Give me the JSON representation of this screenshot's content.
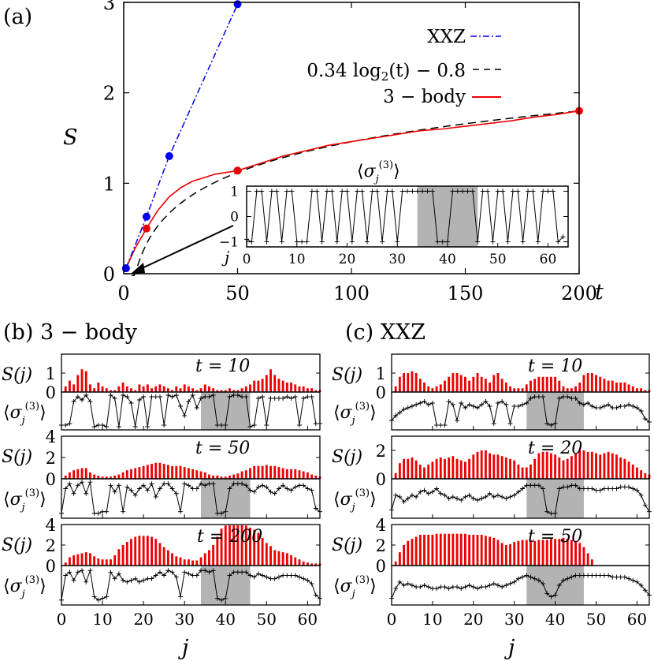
{
  "panels": {
    "a": {
      "label": "(a)",
      "ylabel": "S",
      "xlabel": "t"
    },
    "b": {
      "label": "(b)",
      "title": "3 − body"
    },
    "c": {
      "label": "(c)",
      "title": "XXZ"
    },
    "row_ylabel_s": "S(j)",
    "row_ylabel_sigma": "⟨σj(3)⟩",
    "bottom_xlabel": "j"
  },
  "colors": {
    "xxz": "#0000ee",
    "body3": "#ee0000",
    "fit": "#000000",
    "shade": "#b3b3b3",
    "bar": "#ee0000"
  },
  "chart_data": [
    {
      "id": "main",
      "type": "line",
      "title": "",
      "xlabel": "t",
      "ylabel": "S",
      "xlim": [
        0,
        200
      ],
      "ylim": [
        0,
        3
      ],
      "xticks": [
        0,
        50,
        100,
        150,
        200
      ],
      "yticks": [
        0,
        1,
        2,
        3
      ],
      "legend_placement": "top-right",
      "series": [
        {
          "name": "XXZ",
          "style": "dash-dot",
          "x": [
            1,
            10,
            20,
            50
          ],
          "y": [
            0.06,
            0.63,
            1.3,
            2.98
          ]
        },
        {
          "name": "0.34 log2(t) − 0.8",
          "style": "dashed",
          "formula": "0.34*log2(t)-0.8"
        },
        {
          "name": "3 − body",
          "style": "solid",
          "x": [
            1,
            5,
            10,
            15,
            20,
            25,
            30,
            40,
            50,
            60,
            70,
            80,
            90,
            100,
            110,
            120,
            130,
            140,
            150,
            160,
            170,
            180,
            190,
            200
          ],
          "y": [
            0.06,
            0.28,
            0.5,
            0.7,
            0.85,
            0.95,
            1.02,
            1.1,
            1.14,
            1.22,
            1.3,
            1.36,
            1.42,
            1.46,
            1.5,
            1.54,
            1.58,
            1.6,
            1.63,
            1.66,
            1.69,
            1.73,
            1.76,
            1.8
          ],
          "markers": [
            [
              1,
              0.06
            ],
            [
              10,
              0.5
            ],
            [
              50,
              1.14
            ],
            [
              200,
              1.8
            ]
          ]
        }
      ]
    },
    {
      "id": "inset",
      "type": "line",
      "title": "⟨σj(3)⟩",
      "xlabel": "j",
      "xlim": [
        0,
        64
      ],
      "ylim": [
        -1.2,
        1.2
      ],
      "xticks": [
        0,
        10,
        20,
        30,
        40,
        50,
        60
      ],
      "yticks": [
        -1,
        0,
        1
      ],
      "shaded": [
        34,
        46
      ],
      "values": [
        -0.9,
        -1,
        1,
        1,
        -1,
        1,
        1,
        -1,
        1,
        1,
        -1,
        -1,
        -1,
        1,
        1,
        -1,
        1,
        1,
        -1,
        1,
        1,
        -1,
        1,
        1,
        -1,
        1,
        1,
        -1,
        1,
        1,
        -1,
        1,
        1,
        1,
        1,
        1,
        1,
        1,
        -1,
        -1,
        -1,
        1,
        1,
        1,
        1,
        1,
        -1,
        1,
        1,
        -1,
        1,
        1,
        -1,
        1,
        1,
        -1,
        1,
        1,
        -1,
        1,
        1,
        1,
        -1,
        -0.8
      ]
    },
    {
      "id": "b-t10",
      "type": "bar",
      "panel": "b",
      "annotation": "t = 10",
      "ylim": [
        0,
        2
      ],
      "yticks": [
        0,
        1
      ],
      "values": [
        0.3,
        0.6,
        0.4,
        0.9,
        1.2,
        1.1,
        0.4,
        0.2,
        0.5,
        0.3,
        0.2,
        0.1,
        0.1,
        0.3,
        0.5,
        0.3,
        0.2,
        0.1,
        0.4,
        0.3,
        0.4,
        0.2,
        0.3,
        0.4,
        0.3,
        0.2,
        0.1,
        0.3,
        0.2,
        0.4,
        0.3,
        0.2,
        0.1,
        0.2,
        0.4,
        0.3,
        0.2,
        0.1,
        0.1,
        0.1,
        0.2,
        0.1,
        0.1,
        0.2,
        0.3,
        0.4,
        0.6,
        0.6,
        0.7,
        0.9,
        1.2,
        0.9,
        0.7,
        0.6,
        0.5,
        0.5,
        0.4,
        0.3,
        0.3,
        0.2,
        0.2,
        0.1,
        0.1
      ]
    },
    {
      "id": "b-t10-sigma",
      "type": "line",
      "panel": "b",
      "ylim": [
        -1.2,
        1.2
      ],
      "shaded": [
        34,
        46
      ],
      "values": [
        -0.9,
        -0.9,
        -0.8,
        0.6,
        0.9,
        0.7,
        1,
        0.6,
        -1,
        -0.9,
        -0.9,
        -1,
        1,
        0.8,
        -1,
        1,
        0.9,
        0.5,
        -1,
        0.7,
        0.9,
        -1,
        0.9,
        0.9,
        0.9,
        -0.9,
        1,
        0.9,
        1,
        0.3,
        -0.3,
        0.6,
        1,
        0.2,
        0.8,
        0.9,
        0.9,
        1,
        -0.9,
        -0.9,
        -0.9,
        0.9,
        1,
        1,
        0.9,
        0.9,
        -1,
        -0.9,
        0.8,
        0.9,
        -0.9,
        0.8,
        0.8,
        0.8,
        0.8,
        0.9,
        0.8,
        0.9,
        -0.9,
        0.8,
        0.9,
        0.9,
        -0.8,
        -0.8
      ]
    },
    {
      "id": "b-t50",
      "type": "bar",
      "panel": "b",
      "annotation": "t = 50",
      "ylim": [
        0,
        4
      ],
      "yticks": [
        0,
        2,
        4
      ],
      "values": [
        0.3,
        0.6,
        0.8,
        0.9,
        1.0,
        1.0,
        0.6,
        0.4,
        0.3,
        0.2,
        0.2,
        0.2,
        0.3,
        0.4,
        0.6,
        0.8,
        0.9,
        1.0,
        1.1,
        1.2,
        1.3,
        1.4,
        1.5,
        1.5,
        1.4,
        1.3,
        1.2,
        1.2,
        1.2,
        1.1,
        1.0,
        0.9,
        0.8,
        0.7,
        0.6,
        0.4,
        0.3,
        0.3,
        0.2,
        0.2,
        0.3,
        0.4,
        0.5,
        0.7,
        0.8,
        1.0,
        1.2,
        1.2,
        1.2,
        1.3,
        1.2,
        1.2,
        1.1,
        1.0,
        0.9,
        0.9,
        0.9,
        0.8,
        0.7,
        0.6,
        0.4,
        0.3,
        0.2
      ]
    },
    {
      "id": "b-t50-sigma",
      "type": "line",
      "panel": "b",
      "ylim": [
        -1.2,
        1.2
      ],
      "shaded": [
        34,
        46
      ],
      "values": [
        -0.9,
        0.6,
        0.9,
        0.3,
        0.8,
        1,
        0.3,
        1,
        -0.9,
        -0.9,
        -0.8,
        -0.8,
        0.8,
        0.4,
        0.8,
        -0.8,
        0.7,
        0.5,
        0.2,
        0.6,
        0.8,
        0.5,
        0.9,
        0.1,
        0.6,
        0.9,
        0.9,
        0.6,
        0.3,
        -0.8,
        0.9,
        0.8,
        0.6,
        0.6,
        0.9,
        0.8,
        0.9,
        0.9,
        -0.9,
        -0.9,
        -0.8,
        0.6,
        0.9,
        0.9,
        0.9,
        0.8,
        0.5,
        0.4,
        0.7,
        0.8,
        0.7,
        0.4,
        0.3,
        0.6,
        0.8,
        0.6,
        0.5,
        0.7,
        0.8,
        0.8,
        0.6,
        0.5,
        -0.6,
        -0.8
      ]
    },
    {
      "id": "b-t200",
      "type": "bar",
      "panel": "b",
      "annotation": "t = 200",
      "ylim": [
        0,
        4
      ],
      "yticks": [
        0,
        2,
        4
      ],
      "values": [
        0.3,
        0.8,
        1.0,
        1.1,
        1.2,
        1.3,
        1.2,
        0.9,
        0.7,
        0.6,
        0.6,
        0.6,
        1.0,
        1.6,
        2.0,
        2.3,
        2.6,
        2.8,
        2.9,
        2.9,
        2.9,
        2.8,
        2.6,
        2.2,
        1.8,
        1.5,
        1.2,
        0.9,
        0.8,
        0.6,
        0.6,
        0.5,
        0.5,
        0.8,
        1.2,
        1.5,
        2.0,
        2.8,
        3.6,
        3.9,
        4.0,
        4.0,
        4.0,
        4.0,
        3.9,
        3.7,
        3.5,
        3.2,
        2.7,
        2.2,
        1.9,
        1.5,
        1.4,
        1.3,
        1.2,
        1.0,
        0.8,
        0.6,
        0.4,
        0.3,
        0.2,
        0.2,
        0.2
      ]
    },
    {
      "id": "b-t200-sigma",
      "type": "line",
      "panel": "b",
      "ylim": [
        -1.2,
        1.2
      ],
      "shaded": [
        34,
        46
      ],
      "values": [
        -0.9,
        0.6,
        0.8,
        0.3,
        0.8,
        0.9,
        0.2,
        0.9,
        -0.7,
        -0.9,
        -0.8,
        -0.7,
        0.8,
        0.4,
        0.7,
        0.3,
        0.2,
        0.3,
        0.4,
        0.2,
        0.3,
        0.4,
        0.4,
        0.6,
        0.8,
        0.6,
        0.9,
        0.8,
        0.5,
        -0.7,
        0.8,
        0.7,
        0.6,
        0.6,
        0.9,
        0.9,
        0.8,
        0.9,
        -0.8,
        -0.9,
        -0.8,
        0.6,
        0.8,
        0.8,
        0.8,
        0.8,
        0.6,
        0.5,
        0.7,
        0.6,
        0.5,
        0.4,
        0.4,
        0.5,
        0.6,
        0.6,
        0.6,
        0.6,
        0.5,
        0.4,
        0.3,
        0.1,
        -0.6,
        -0.8
      ]
    },
    {
      "id": "c-t10",
      "type": "bar",
      "panel": "c",
      "annotation": "t = 10",
      "ylim": [
        0,
        2
      ],
      "yticks": [
        0,
        1
      ],
      "values": [
        0.3,
        0.8,
        1.0,
        1.0,
        1.1,
        1.0,
        0.7,
        0.5,
        0.3,
        0.2,
        0.3,
        0.4,
        0.6,
        0.8,
        1.0,
        1.0,
        0.9,
        0.8,
        0.6,
        0.8,
        1.0,
        0.8,
        0.7,
        0.5,
        0.9,
        1.0,
        0.7,
        0.5,
        0.3,
        0.2,
        0.2,
        0.2,
        0.4,
        0.6,
        0.7,
        0.8,
        0.8,
        0.8,
        0.8,
        0.8,
        0.6,
        0.3,
        0.2,
        0.2,
        0.3,
        0.5,
        0.9,
        1.0,
        1.0,
        0.9,
        0.8,
        0.7,
        0.6,
        0.6,
        0.5,
        0.5,
        0.5,
        0.4,
        0.3,
        0.2,
        0.2,
        0.1,
        0.1
      ]
    },
    {
      "id": "c-t10-sigma",
      "type": "line",
      "panel": "c",
      "ylim": [
        -1.2,
        1.2
      ],
      "shaded": [
        33,
        47
      ],
      "values": [
        -0.6,
        -0.3,
        -0.1,
        0.1,
        0.2,
        0.3,
        0.4,
        0.5,
        0.6,
        0.4,
        0.5,
        -0.9,
        -0.9,
        -0.9,
        0.6,
        0.4,
        -0.6,
        0.5,
        0.2,
        0.4,
        0.3,
        0.2,
        0.4,
        0.6,
        0.3,
        -0.8,
        0.5,
        0.6,
        0.4,
        -0.8,
        0.3,
        0.3,
        0.4,
        0.5,
        0.8,
        0.9,
        0.9,
        0.9,
        -0.8,
        -0.9,
        -0.8,
        0.8,
        0.9,
        0.9,
        0.8,
        0.8,
        0.5,
        0.4,
        0.5,
        0.3,
        0.2,
        0.2,
        0.3,
        0.4,
        0.2,
        0.2,
        0.3,
        0.3,
        0.4,
        0.3,
        0.2,
        0.0,
        -0.5,
        -0.7
      ]
    },
    {
      "id": "c-t20",
      "type": "bar",
      "panel": "c",
      "annotation": "t = 20",
      "ylim": [
        0,
        3
      ],
      "yticks": [
        0,
        2
      ],
      "values": [
        0.4,
        1.1,
        1.4,
        1.4,
        1.5,
        1.3,
        1.0,
        0.8,
        1.0,
        1.2,
        1.4,
        1.5,
        1.4,
        1.5,
        1.6,
        1.4,
        1.3,
        1.2,
        1.4,
        1.7,
        1.9,
        2.0,
        2.0,
        1.8,
        1.7,
        1.7,
        1.6,
        1.5,
        1.4,
        1.3,
        1.0,
        0.8,
        0.8,
        1.0,
        1.4,
        1.8,
        1.9,
        1.9,
        1.8,
        1.7,
        1.5,
        1.3,
        1.4,
        1.6,
        1.8,
        2.0,
        2.0,
        1.9,
        1.9,
        1.8,
        1.7,
        1.8,
        1.9,
        1.8,
        1.7,
        1.5,
        1.4,
        1.2,
        1.0,
        0.8,
        0.6,
        0.4,
        0.3
      ]
    },
    {
      "id": "c-t20-sigma",
      "type": "line",
      "panel": "c",
      "ylim": [
        -1.2,
        1.2
      ],
      "shaded": [
        33,
        47
      ],
      "values": [
        -0.7,
        0.2,
        0.1,
        -0.2,
        0.0,
        0.2,
        0.1,
        0.4,
        0.5,
        0.3,
        0.4,
        0.6,
        0.3,
        0.2,
        0.0,
        0.1,
        0.0,
        -0.1,
        0.1,
        0.2,
        0.0,
        -0.1,
        0.0,
        0.1,
        0.3,
        0.1,
        0.2,
        0.1,
        0.0,
        0.1,
        0.2,
        0.4,
        0.6,
        0.8,
        0.8,
        0.8,
        0.8,
        0.6,
        -0.8,
        -0.9,
        -0.9,
        0.6,
        0.7,
        0.7,
        0.8,
        0.8,
        0.6,
        0.6,
        0.6,
        0.6,
        0.5,
        0.5,
        0.6,
        0.6,
        0.6,
        0.6,
        0.7,
        0.7,
        0.7,
        0.6,
        0.5,
        0.2,
        -0.4,
        -0.8
      ]
    },
    {
      "id": "c-t50",
      "type": "bar",
      "panel": "c",
      "annotation": "t = 50",
      "ylim": [
        0,
        4
      ],
      "yticks": [
        0,
        2,
        4
      ],
      "values": [
        0.4,
        1.3,
        2.0,
        2.4,
        2.6,
        2.8,
        3.0,
        3.0,
        3.0,
        3.0,
        3.1,
        3.1,
        3.1,
        3.1,
        3.1,
        3.1,
        3.1,
        3.1,
        3.0,
        3.0,
        3.0,
        3.0,
        2.9,
        2.8,
        2.7,
        2.5,
        2.2,
        2.0,
        2.1,
        2.3,
        2.4,
        2.5,
        2.5,
        2.5,
        2.4,
        2.5,
        2.5,
        2.5,
        2.6,
        2.6,
        2.6,
        2.7,
        2.6,
        2.5,
        2.4,
        2.2,
        1.8,
        1.2,
        0.6
      ]
    },
    {
      "id": "c-t50-sigma",
      "type": "line",
      "panel": "c",
      "ylim": [
        -1.2,
        1.2
      ],
      "shaded": [
        33,
        47
      ],
      "values": [
        -0.8,
        -0.2,
        0.2,
        0.0,
        0.1,
        0.0,
        -0.1,
        -0.1,
        0.0,
        -0.1,
        -0.2,
        -0.2,
        -0.1,
        -0.1,
        -0.2,
        -0.1,
        -0.1,
        -0.2,
        -0.1,
        0.0,
        -0.1,
        -0.2,
        -0.1,
        -0.1,
        0.0,
        0.1,
        0.0,
        -0.1,
        0.0,
        0.1,
        0.2,
        0.4,
        0.5,
        0.6,
        0.5,
        0.4,
        0.3,
        0.1,
        -0.5,
        -0.7,
        -0.6,
        0.0,
        0.3,
        0.4,
        0.5,
        0.6,
        0.6,
        0.6,
        0.6,
        0.6,
        0.6,
        0.6,
        0.6,
        0.6,
        0.5,
        0.5,
        0.5,
        0.5,
        0.4,
        0.3,
        0.2,
        0.0,
        -0.3,
        -0.6
      ]
    }
  ]
}
